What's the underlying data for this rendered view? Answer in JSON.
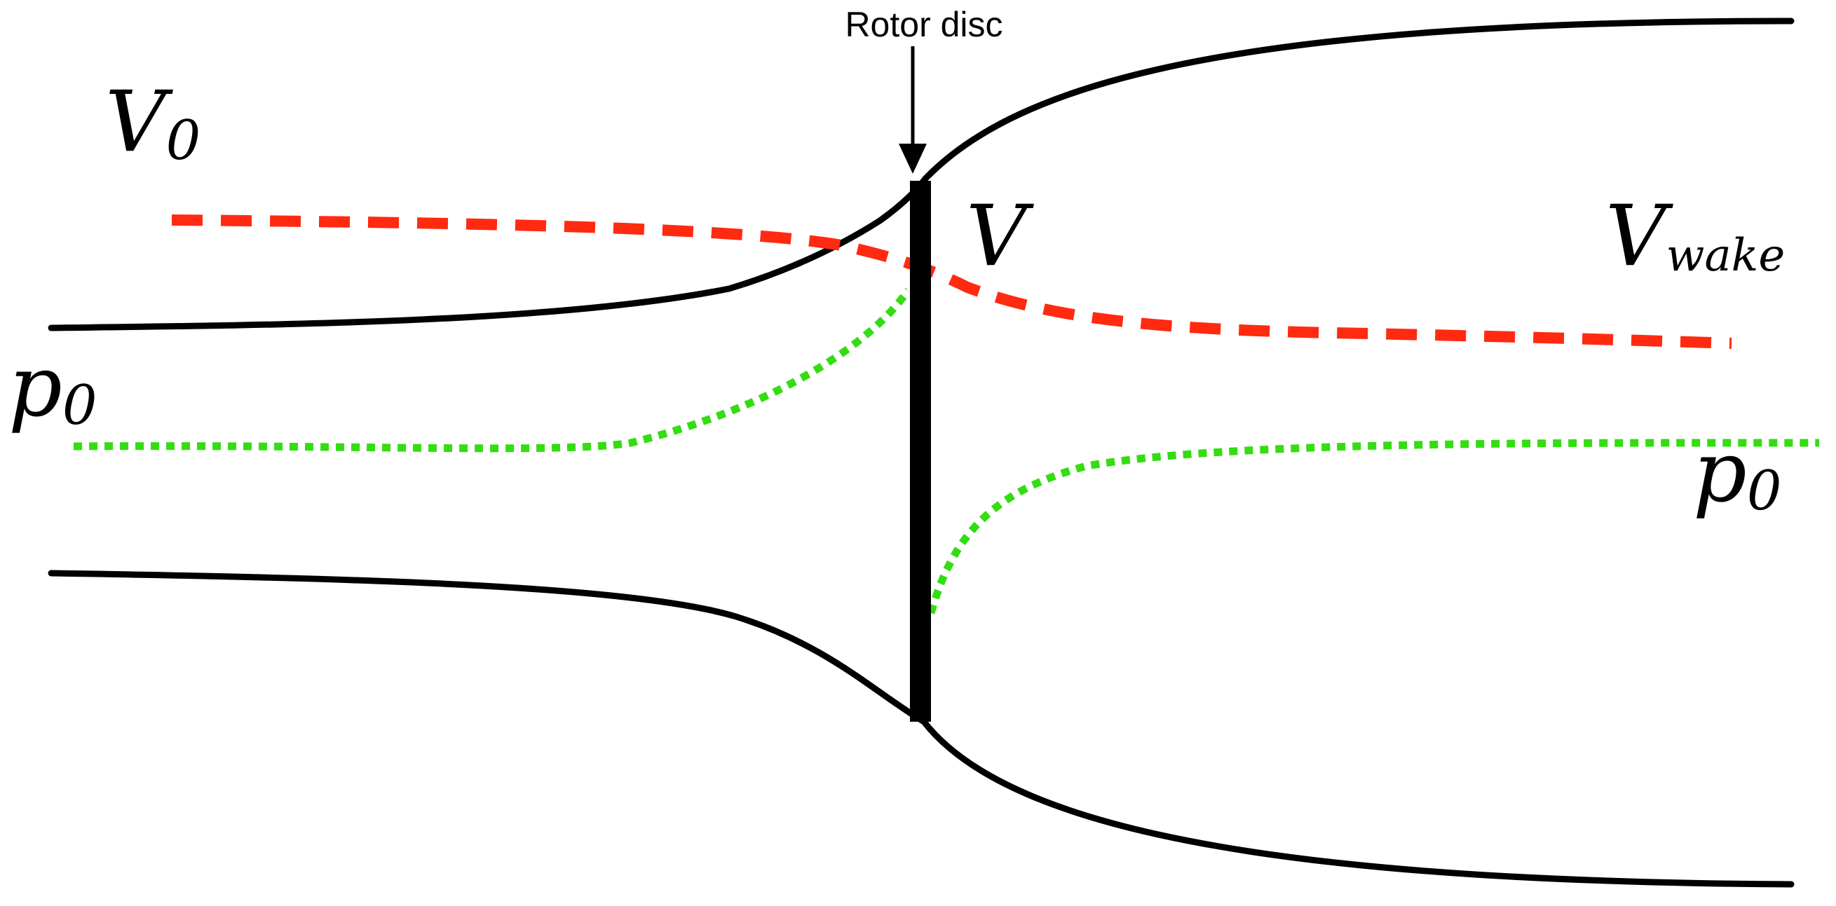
{
  "labels": {
    "rotor_disc": "Rotor disc",
    "v0_main": "V",
    "v0_sub": "0",
    "v_disc": "V",
    "vwake_main": "V",
    "vwake_sub": "wake",
    "p0_left_main": "p",
    "p0_left_sub": "0",
    "p0_right_main": "p",
    "p0_right_sub": "0"
  },
  "colors": {
    "streamtube": "#000000",
    "velocity": "#ff2a10",
    "pressure": "#33dd11",
    "rotor": "#000000",
    "background": "#ffffff"
  }
}
